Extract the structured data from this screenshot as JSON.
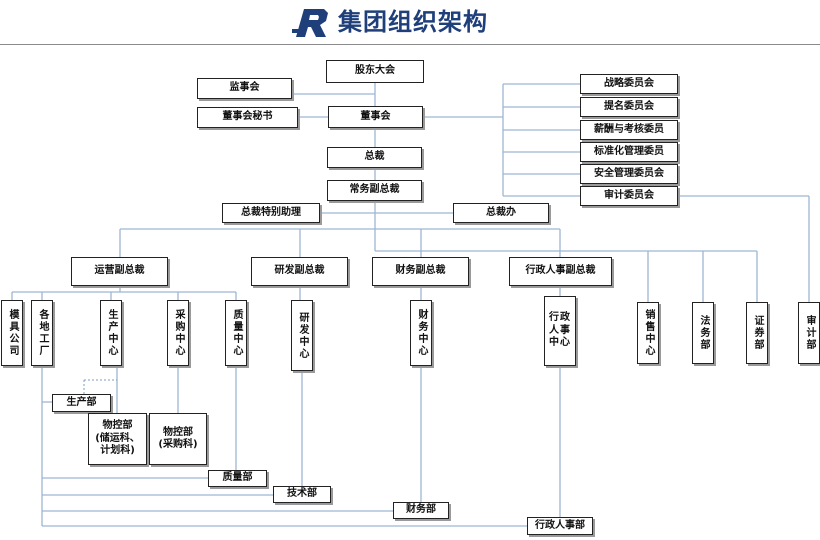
{
  "header": {
    "title": "集团组织架构",
    "logo_icon": "r-letter-logo-icon",
    "brand_color": "#1f3f7a"
  },
  "chart": {
    "line_color": "#9db7d3",
    "dashed_line_color": "#7d9cc4",
    "box_border_color": "#222222",
    "nodes": {
      "gudong_dahui": "股东大会",
      "jianshihui": "监事会",
      "dongshihui_mishu": "董事会秘书",
      "dongshihui": "董事会",
      "zhanlue": "战略委员会",
      "timing": "提名委员会",
      "xinchou": "薪酬与考核委员",
      "biaozhunhua": "标准化管理委员",
      "anquan": "安全管理委员会",
      "shenji_wyh": "审计委员会",
      "zongcai": "总裁",
      "changwu": "常务副总裁",
      "tebie_zhuli": "总裁特别助理",
      "zongcaiban": "总裁办",
      "yunying": "运营副总裁",
      "yanfa_fz": "研发副总裁",
      "caiwu_fz": "财务副总裁",
      "xingzheng_fz": "行政人事副总裁",
      "moju": "模具公司",
      "gedi": "各地工厂",
      "shengchan_zx": "生产中心",
      "caigou_zx": "采购中心",
      "zhiliang_zx": "质量中心",
      "yanfa_zx": "研发中心",
      "caiwu_zx": "财务中心",
      "xingzheng_zx": "行政人事中心",
      "xiaoshou_zx": "销售中心",
      "fawu": "法务部",
      "zhengquan": "证券部",
      "shenji_bu": "审计部",
      "shengchan_bu": "生产部",
      "wukong_chuyun": "物控部\n(储运科、\n计划科)",
      "wukong_caigou": "物控部\n(采购科)",
      "zhiliang_bu": "质量部",
      "jishu_bu": "技术部",
      "caiwu_bu": "财务部",
      "xingzheng_bu": "行政人事部"
    }
  }
}
